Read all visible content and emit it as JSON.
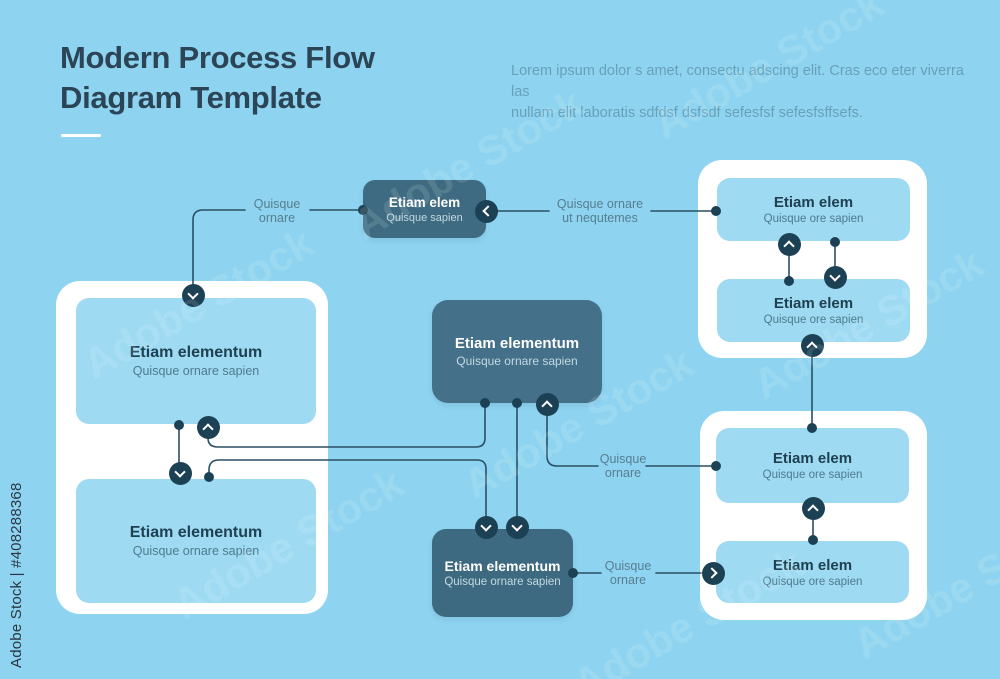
{
  "colors": {
    "background": "#8ed4f0",
    "panel_white": "#ffffff",
    "light_box": "#9edbf3",
    "dark_box_top": "#3e6b81",
    "dark_box_center": "#447089",
    "dark_box_bottom": "#3e6a81",
    "node_circle": "#1d4154",
    "connector_line": "#2a4f63",
    "title_text": "#2b4456",
    "subtitle_text": "#69a0b8",
    "label_text": "#567d90"
  },
  "header": {
    "title_line1": "Modern Process Flow",
    "title_line2": "Diagram Template",
    "subtitle_line1": "Lorem ipsum dolor s amet, consectu adscing elit. Cras eco eter viverra las",
    "subtitle_line2": "nullam elit laboratis sdfdsf dsfsdf sefesfsf sefesfsffsefs."
  },
  "watermark": {
    "pattern_text": "Adobe Stock",
    "credit_text": "Adobe Stock | #408288368"
  },
  "diagram": {
    "top_box": {
      "title": "Etiam elem",
      "subtitle": "Quisque sapien"
    },
    "center_box": {
      "title": "Etiam elementum",
      "subtitle": "Quisque ornare sapien"
    },
    "bottom_box": {
      "title": "Etiam elementum",
      "subtitle": "Quisque ornare sapien"
    },
    "left_group": {
      "boxes": [
        {
          "title": "Etiam elementum",
          "subtitle": "Quisque ornare sapien"
        },
        {
          "title": "Etiam elementum",
          "subtitle": "Quisque ornare sapien"
        }
      ]
    },
    "top_right_group": {
      "boxes": [
        {
          "title": "Etiam elem",
          "subtitle": "Quisque ore sapien"
        },
        {
          "title": "Etiam elem",
          "subtitle": "Quisque ore sapien"
        }
      ]
    },
    "bottom_right_group": {
      "boxes": [
        {
          "title": "Etiam elem",
          "subtitle": "Quisque ore sapien"
        },
        {
          "title": "Etiam elem",
          "subtitle": "Quisque ore sapien"
        }
      ]
    },
    "labels": {
      "top_left": {
        "line1": "Quisque",
        "line2": "ornare"
      },
      "top_right": {
        "line1": "Quisque ornare",
        "line2": "ut nequtemes"
      },
      "mid_right": {
        "line1": "Quisque",
        "line2": "ornare"
      },
      "bottom": {
        "line1": "Quisque",
        "line2": "ornare"
      }
    }
  }
}
